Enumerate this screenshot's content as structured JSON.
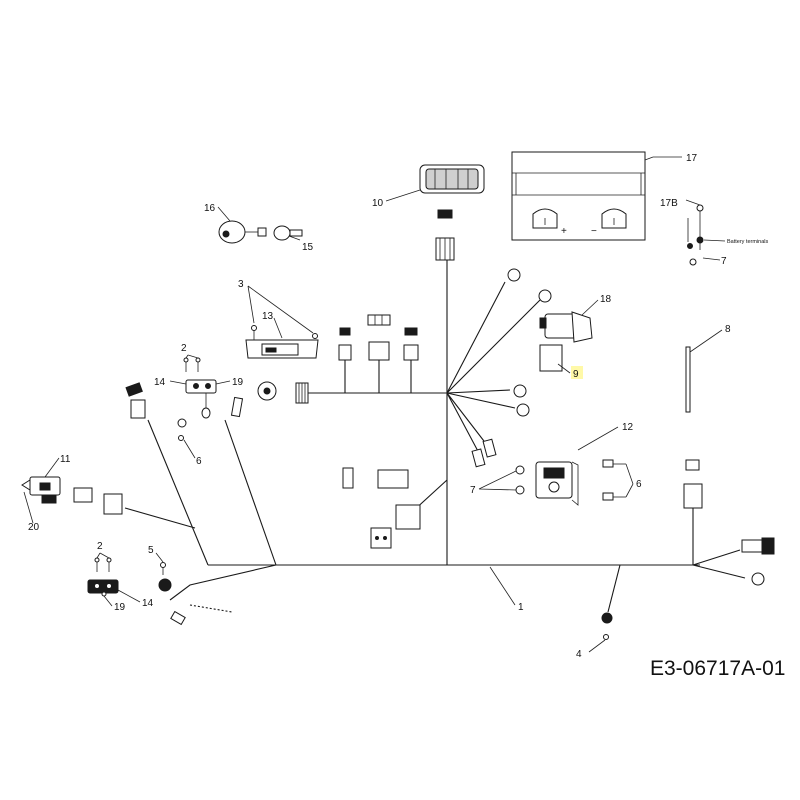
{
  "diagram_code": "E3-06717A-01",
  "battery_terminals_label": "Battery terminals",
  "plus_sign": "+",
  "minus_sign": "−",
  "callouts": {
    "c1": "1",
    "c2a": "2",
    "c2b": "2",
    "c3": "3",
    "c4": "4",
    "c5": "5",
    "c6a": "6",
    "c6b": "6",
    "c7a": "7",
    "c7b": "7",
    "c8": "8",
    "c9": "9",
    "c10": "10",
    "c11": "11",
    "c12": "12",
    "c13": "13",
    "c14a": "14",
    "c14b": "14",
    "c15": "15",
    "c16": "16",
    "c17": "17",
    "c17b": "17B",
    "c18": "18",
    "c19a": "19",
    "c19b": "19",
    "c20": "20"
  }
}
